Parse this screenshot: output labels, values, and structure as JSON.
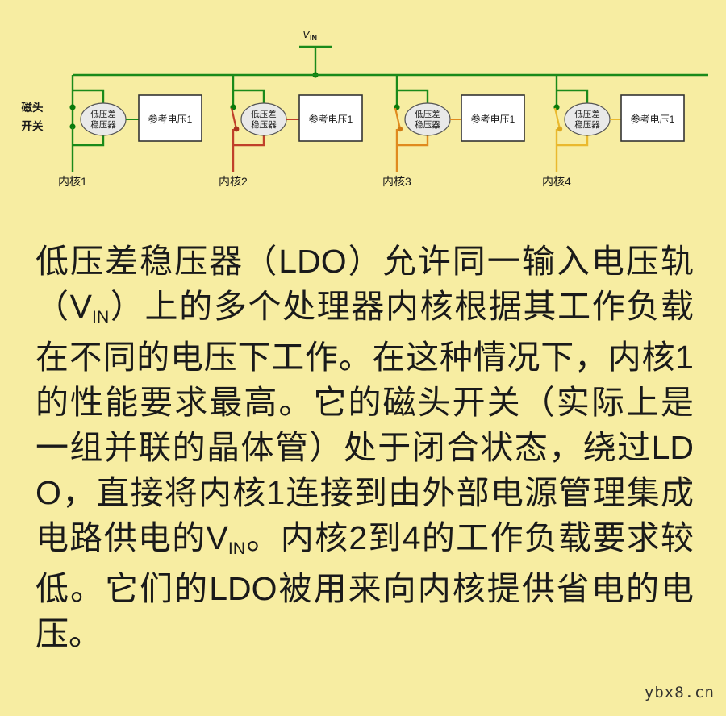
{
  "page": {
    "background_color": "#f7eda2",
    "text_color": "#1a1a1a"
  },
  "diagram": {
    "supply_label": "V",
    "supply_sub": "IN",
    "switch_label_line1": "磁头",
    "switch_label_line2": "开关",
    "rail_color": "#1a8a1a",
    "blocks": [
      {
        "ldo_line1": "低压差",
        "ldo_line2": "稳压器",
        "reference_label": "参考电压1",
        "core_label": "内核1",
        "output_color": "#1a8a1a",
        "switch_state": "closed"
      },
      {
        "ldo_line1": "低压差",
        "ldo_line2": "稳压器",
        "reference_label": "参考电压1",
        "core_label": "内核2",
        "output_color": "#c0402a",
        "switch_state": "open"
      },
      {
        "ldo_line1": "低压差",
        "ldo_line2": "稳压器",
        "reference_label": "参考电压1",
        "core_label": "内核3",
        "output_color": "#e08a1e",
        "switch_state": "open"
      },
      {
        "ldo_line1": "低压差",
        "ldo_line2": "稳压器",
        "reference_label": "参考电压1",
        "core_label": "内核4",
        "output_color": "#eab92e",
        "switch_state": "open"
      }
    ]
  },
  "article": {
    "segments": [
      {
        "type": "text",
        "value": "低压差稳压器（LDO）允许同一输入电压轨（V"
      },
      {
        "type": "sub",
        "value": "IN"
      },
      {
        "type": "text",
        "value": "）上的多个处理器内核根据其工作负载在不同的电压下工作。在这种情况下，内核1的性能要求最高。它的磁头开关（实际上是一组并联的晶体管）处于闭合状态，绕过LDO，直接将内核1连接到由外部电源管理集成电路供电的V"
      },
      {
        "type": "sub",
        "value": "IN"
      },
      {
        "type": "text",
        "value": "。内核2到4的工作负载要求较低。它们的LDO被用来向内核提供省电的电压。"
      }
    ]
  },
  "watermark": {
    "text": "ybx8.cn"
  }
}
